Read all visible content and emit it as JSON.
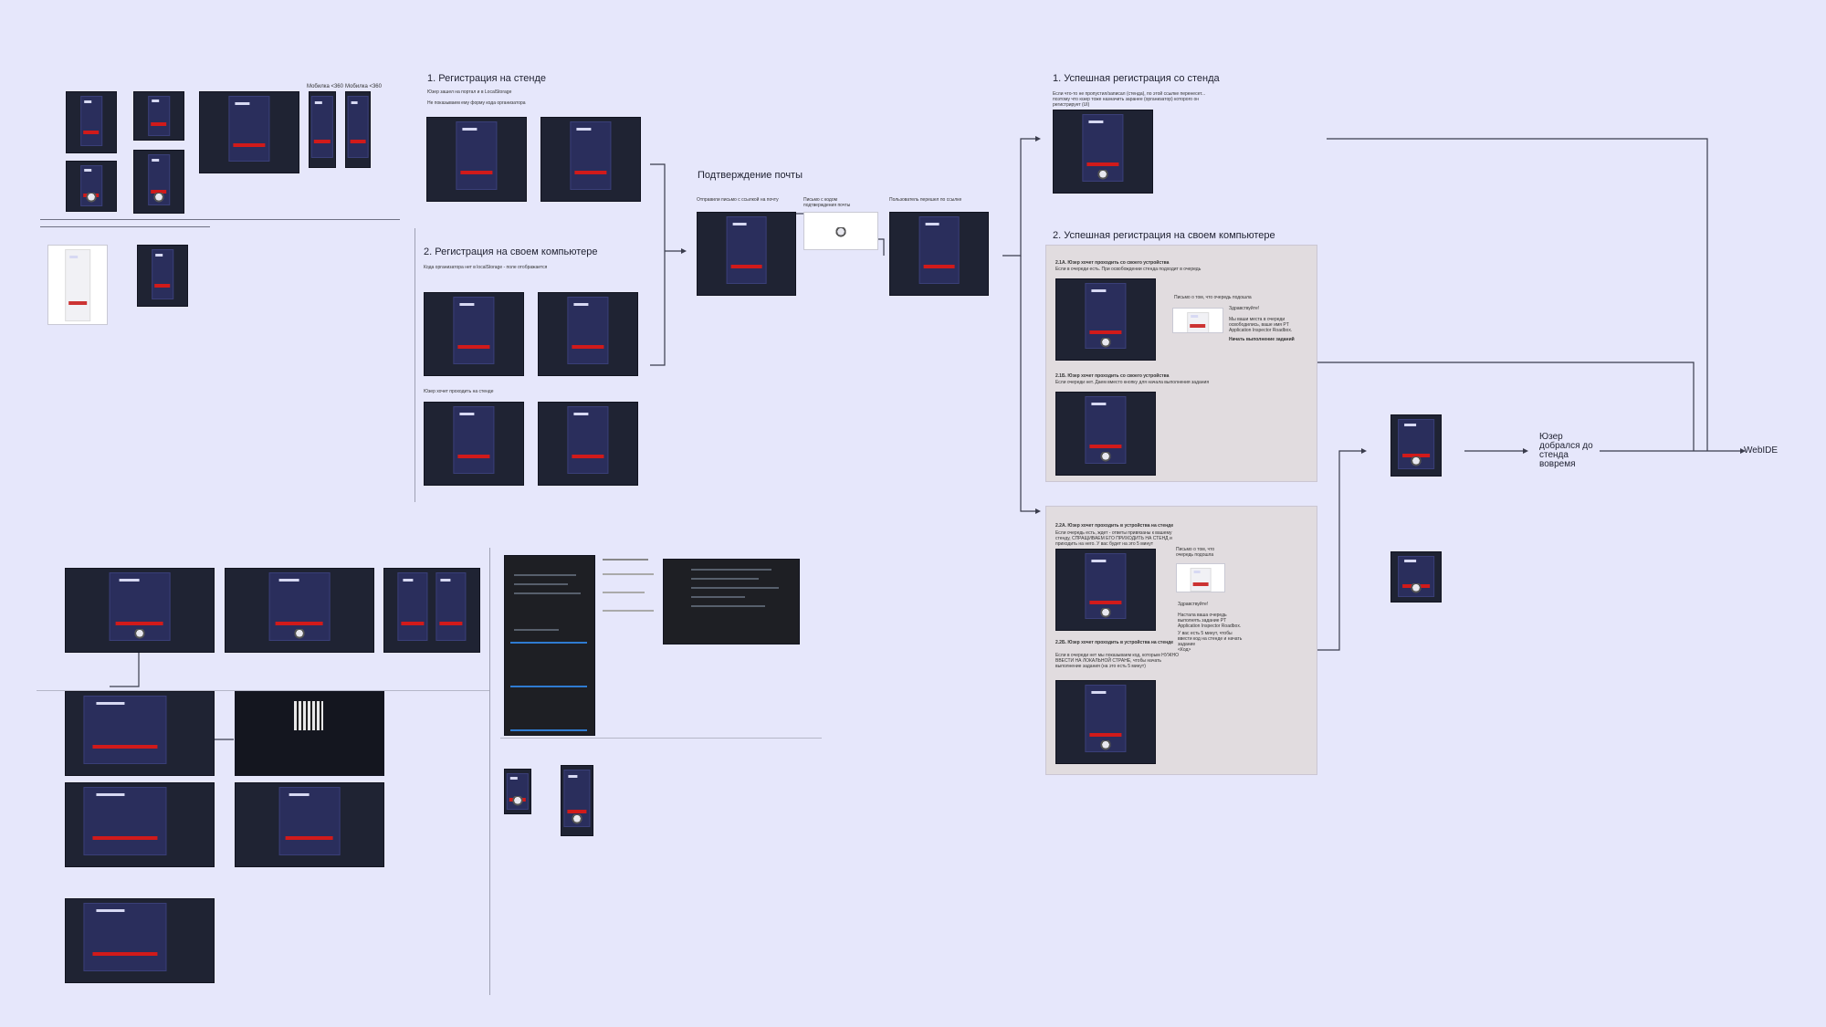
{
  "sections": {
    "stand_registration": {
      "title": "1. Регистрация на стенде",
      "line1": "Юзер зашел на портал и в LocalStorage",
      "line2": "Не показываем ему форму кода организатора"
    },
    "own_pc_registration": {
      "title": "2. Регистрация на своем компьютере",
      "line1": "Кода организатора нет в localStorage - поле отображается",
      "line2": "Юзер хочет проходить на стенде"
    },
    "email_confirmation": {
      "title": "Подтверждение почты",
      "col1": "Отправили письмо с ссылкой на почту",
      "col2": "Письмо с кодом подтверждения почты",
      "col3": "Пользователь перешел по ссылке"
    },
    "success_stand": {
      "title": "1. Успешная регистрация со стенда",
      "text": "Если что-то не пропустил/записал (стенда), по этой ссылке перенесет... поэтому что юзер тоже назначить заранее (организатор) которого он регистрирует (UI)"
    },
    "success_own_pc": {
      "title": "2. Успешная регистрация на своем компьютере",
      "c1_title": "2.1А. Юзер хочет проходить со своего устройства",
      "c1_text": "Если в очереди есть. При освобождении стенда подходит в очередь",
      "notify_title": "Письмо о том, что очередь подошла",
      "notify_greeting": "Здравствуйте!",
      "notify_body": "Мы ваши места в очереди освободились, ваше имя PT Application Inspector Roadbox.",
      "notify_cta": "Начать выполнение заданий",
      "c2_title": "2.1Б. Юзер хочет проходить со своего устройства",
      "c2_text": "Если очереди нет. Даем вместо кнопку для начала выполнения задания"
    },
    "own_pc_stand_queue": {
      "c3_title": "2.2А. Юзер хочет проходить в устройства на стенде",
      "c3_text": "Если очередь есть, ждет - ответы привязаны к вашему стенду, СПРАЩИВАЕМ ЕГО ПРИХОДИТЬ НА СТЕНД и приходить на него. У вас будет на это 5 минут",
      "notify_title": "Письмо о том, что очередь подошла",
      "notify_greeting": "Здравствуйте!",
      "notify_body": "Настала ваша очередь выполнять задание PT Application Inspector Roadbox.",
      "notify_body2": "У вас есть 5 минут, чтобы ввести код на стенде и начать задание",
      "notify_code": "<Код>",
      "c4_title": "2.2Б. Юзер хочет проходить в устройства на стенде",
      "c4_text": "Если в очереди нет мы показываем код, которым НУЖНО ВВЕСТИ НА ЛОКАЛЬНОЙ СТРАНЕ, чтобы начать выполнение задания (на это есть 5 минут)"
    },
    "final": {
      "user_arrived": "Юзер добрался до стенда вовремя",
      "webide": "WebIDE"
    },
    "mobile": {
      "m1": "Мобилка <360",
      "m2": "Мобилка <360"
    }
  }
}
